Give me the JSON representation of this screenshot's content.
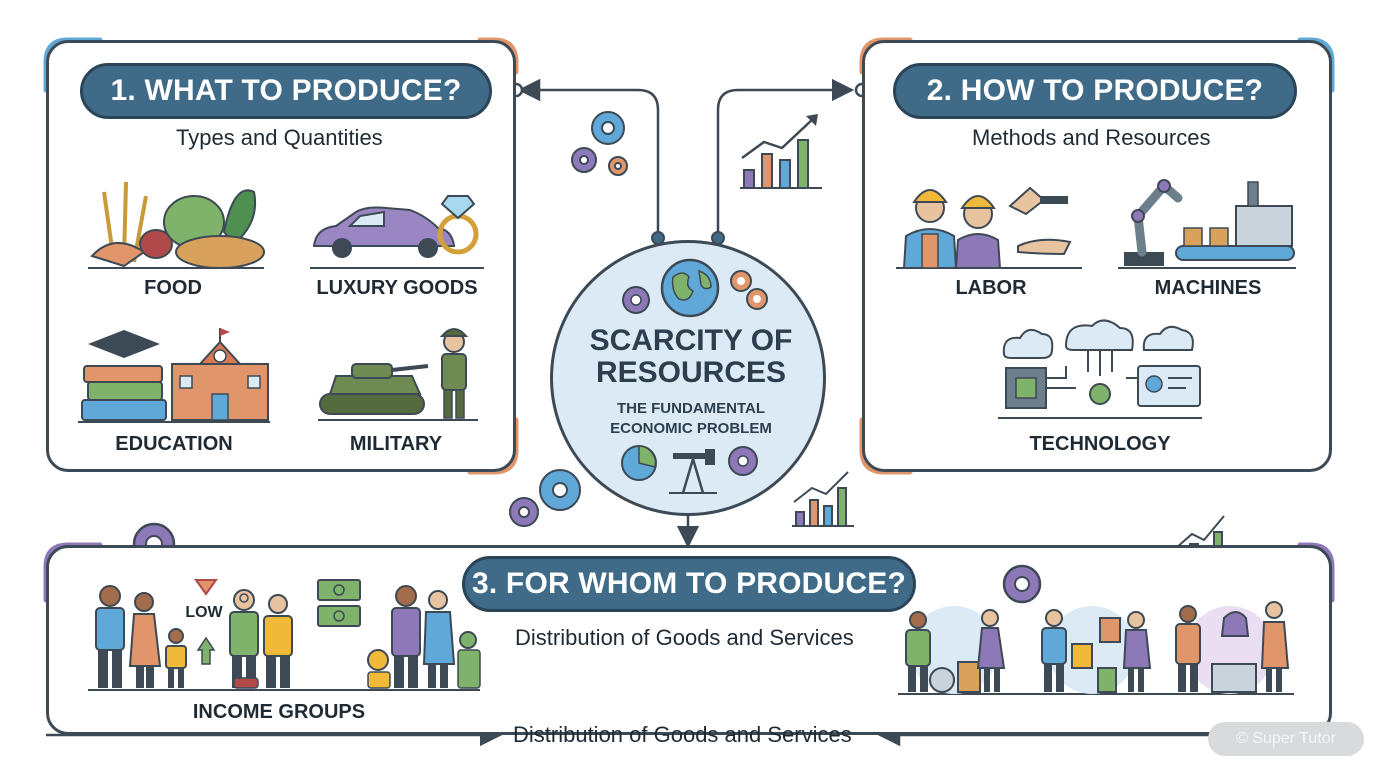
{
  "hub": {
    "title_line1": "SCARCITY OF",
    "title_line2": "RESOURCES",
    "subtitle_line1": "THE FUNDAMENTAL",
    "subtitle_line2": "ECONOMIC PROBLEM"
  },
  "panel_what": {
    "title": "1. WHAT TO PRODUCE?",
    "subtitle": "Types and Quantities",
    "items": [
      "FOOD",
      "LUXURY GOODS",
      "EDUCATION",
      "MILITARY"
    ]
  },
  "panel_how": {
    "title": "2. HOW TO PRODUCE?",
    "subtitle": "Methods and Resources",
    "items": [
      "LABOR",
      "MACHINES",
      "TECHNOLOGY"
    ]
  },
  "panel_whom": {
    "title": "3. FOR WHOM TO PRODUCE?",
    "subtitle": "Distribution of Goods and Services",
    "income_low": "LOW",
    "income_groups": "INCOME GROUPS",
    "footer": "Distribution of Goods and Services"
  },
  "watermark": "© Super Tutor",
  "colors": {
    "pill": "#3f6b88",
    "outline": "#3d4a55",
    "hub_fill": "#dbeaf5",
    "accent_orange": "#e0956a",
    "accent_blue": "#5fa8d8",
    "accent_purple": "#8d79b8"
  },
  "icons": [
    "gear-icon",
    "globe-icon",
    "growth-chart-icon",
    "pie-chart-icon",
    "oil-pump-icon",
    "cloud-icon",
    "chip-icon",
    "monitor-icon",
    "robot-arm-icon",
    "tank-icon",
    "car-icon",
    "ring-icon",
    "school-icon",
    "books-icon",
    "coin-stack-icon",
    "banknote-icon",
    "shopping-bag-icon"
  ]
}
